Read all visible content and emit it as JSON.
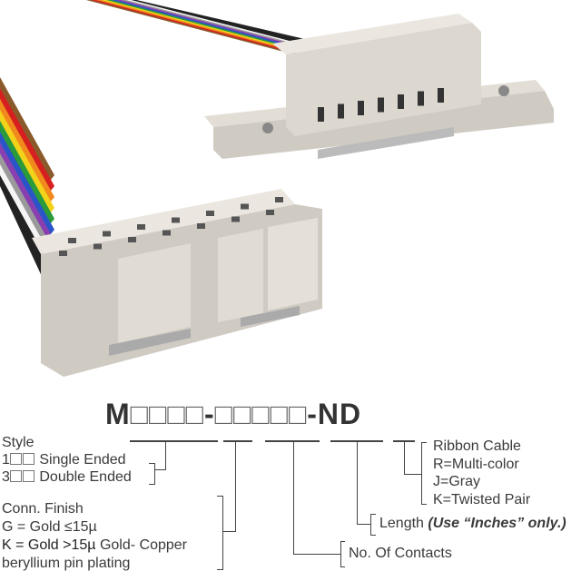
{
  "part_number": {
    "prefix": "M",
    "boxes_group1": "□□□□",
    "sep1": "-",
    "boxes_group2": "□□□□□",
    "suffix": "-ND"
  },
  "style": {
    "title": "Style",
    "single_prefix": "1",
    "single_label": "Single Ended",
    "double_prefix": "3",
    "double_label": "Double Ended"
  },
  "finish": {
    "title": "Conn. Finish",
    "g_line": "G = Gold ≤15µ",
    "k_line_bold": "K = Gold >15µ",
    "k_line_rest": " Gold- Copper",
    "k_line2": "beryllium pin plating"
  },
  "contacts": {
    "label": "No. Of Contacts"
  },
  "length": {
    "label": "Length ",
    "note": "(Use “Inches” only.)"
  },
  "ribbon": {
    "title": "Ribbon Cable",
    "r": "R=Multi-color",
    "j": "J=Gray",
    "k": "K=Twisted Pair"
  },
  "colors": {
    "cable": [
      "#8b5a2b",
      "#d62020",
      "#f08a1c",
      "#f3d21a",
      "#2a9a3a",
      "#2a55c8",
      "#8a3fb0",
      "#9a9a9a",
      "#f5f5f5",
      "#222222"
    ],
    "connector": "#d9d4cc"
  }
}
